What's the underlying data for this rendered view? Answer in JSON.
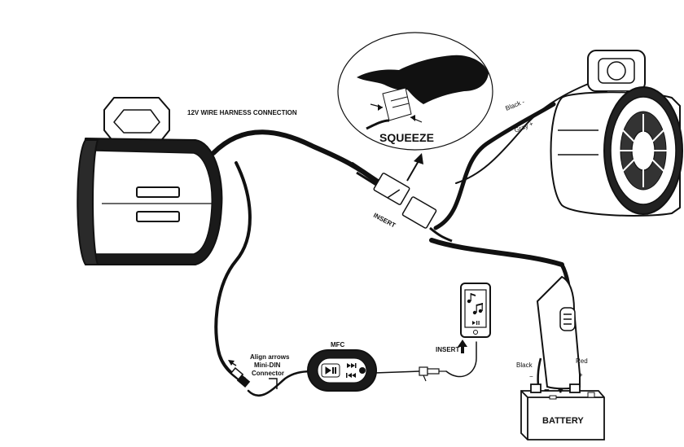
{
  "labels": {
    "harness": "12V WIRE HARNESS CONNECTION",
    "squeeze": "SQUEEZE",
    "insert_connector": "INSERT",
    "black_minus_speaker": "Black -",
    "gray_plus_speaker": "Gray +",
    "mfc": "MFC",
    "align_arrows": "Align arrows",
    "mini_din_line1": "Mini-DIN",
    "mini_din_line2": "Connector",
    "insert_phone": "INSERT",
    "black_battery": "Black",
    "minus_sign": "−",
    "red_battery": "Red",
    "plus_sign": "+",
    "battery": "BATTERY",
    "battery_minus_terminal": "−",
    "battery_plus_terminal": "+"
  },
  "icons": [
    "hand-icon",
    "arrow-up-icon",
    "phone-icon",
    "music-note-icon",
    "play-pause-icon",
    "next-track-icon",
    "prev-track-icon",
    "bluetooth-icon",
    "battery-icon",
    "speaker-pod-icon",
    "tower-speaker-icon",
    "fuse-holder-icon",
    "harness-connector-icon",
    "aux-plug-icon",
    "arrow-up-left-icon"
  ],
  "colors": {
    "line": "#111111",
    "fill": "#ffffff",
    "shade": "#444444"
  }
}
